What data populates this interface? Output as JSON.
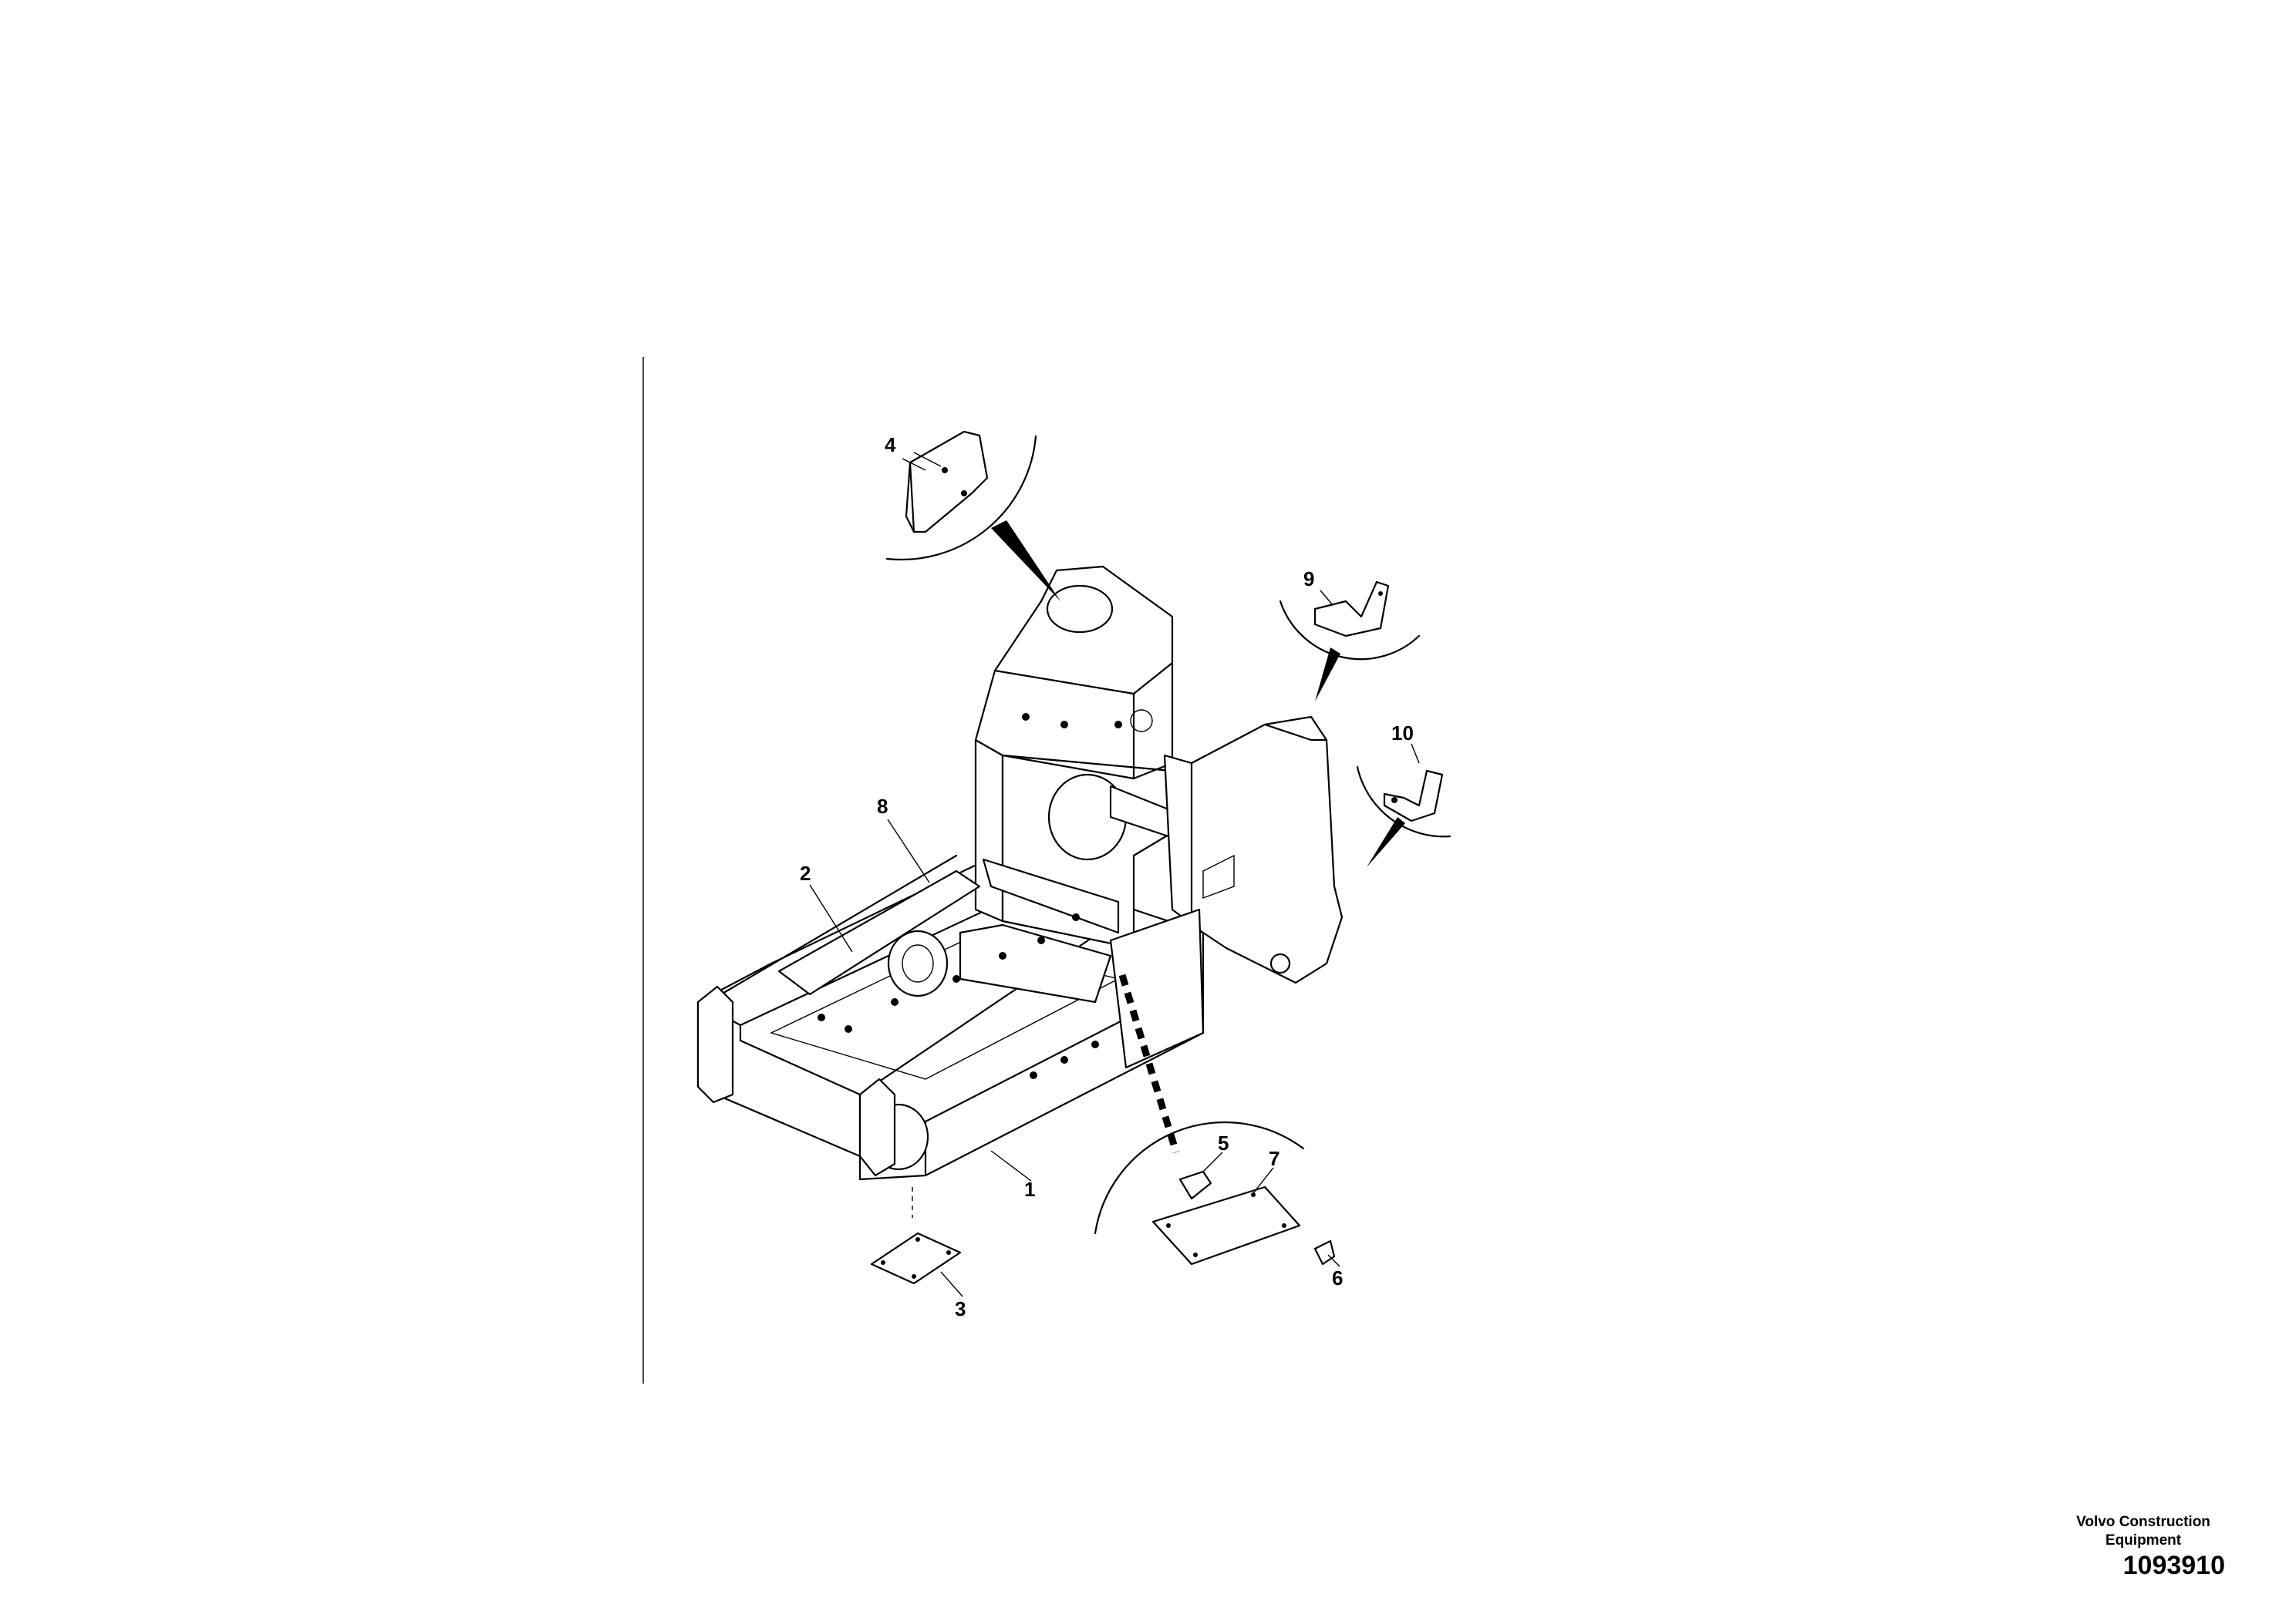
{
  "publisher": {
    "line1": "Volvo Construction",
    "line2": "Equipment"
  },
  "drawing_number": "1093910",
  "callouts": {
    "c1": "1",
    "c2": "2",
    "c3": "3",
    "c4": "4",
    "c5": "5",
    "c6": "6",
    "c7": "7",
    "c8": "8",
    "c9": "9",
    "c10": "10"
  }
}
